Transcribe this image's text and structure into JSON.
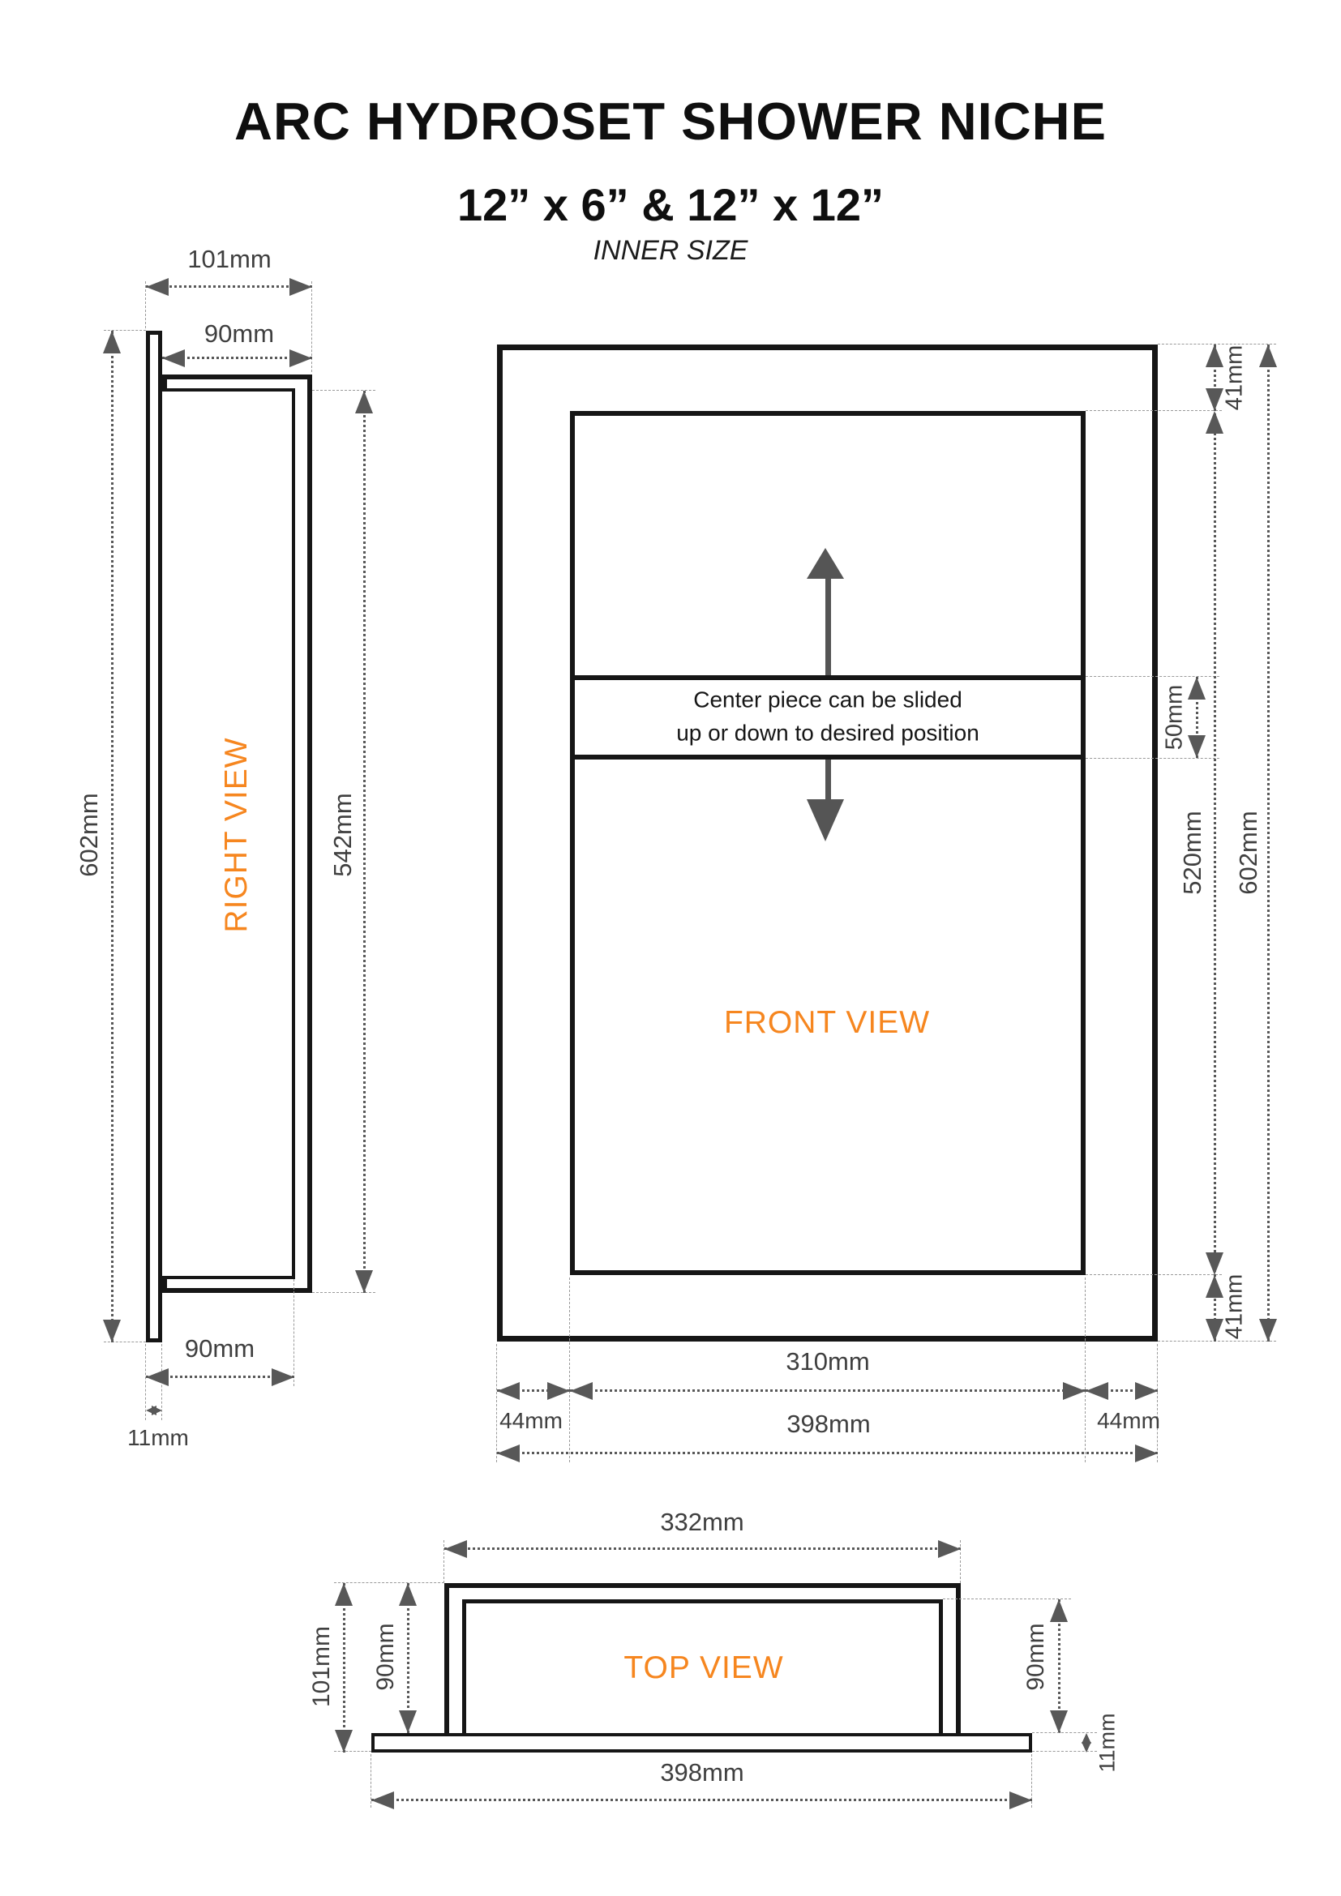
{
  "title": {
    "main": "ARC HYDROSET SHOWER NICHE",
    "subtitle": "12” x 6” & 12” x 12”",
    "size_note": "INNER SIZE"
  },
  "colors": {
    "accent": "#F6861F",
    "line": "#161616",
    "dimension": "#585858"
  },
  "right_view": {
    "label": "RIGHT VIEW",
    "dims": {
      "overall_depth": "101mm",
      "inner_depth_top": "90mm",
      "overall_height": "602mm",
      "body_height": "542mm",
      "inner_depth_bottom": "90mm",
      "flange_thickness": "11mm"
    }
  },
  "front_view": {
    "label": "FRONT VIEW",
    "slider_note_line1": "Center piece can be slided",
    "slider_note_line2": "up or down to desired position",
    "dims": {
      "top_border": "41mm",
      "slider_height": "50mm",
      "inner_height": "520mm",
      "overall_height": "602mm",
      "bottom_border": "41mm",
      "inner_width": "310mm",
      "left_border": "44mm",
      "right_border": "44mm",
      "overall_width": "398mm"
    }
  },
  "top_view": {
    "label": "TOP VIEW",
    "dims": {
      "body_width": "332mm",
      "overall_depth": "101mm",
      "inner_depth_left": "90mm",
      "inner_depth_right": "90mm",
      "plate_thickness": "11mm",
      "overall_width": "398mm"
    }
  }
}
